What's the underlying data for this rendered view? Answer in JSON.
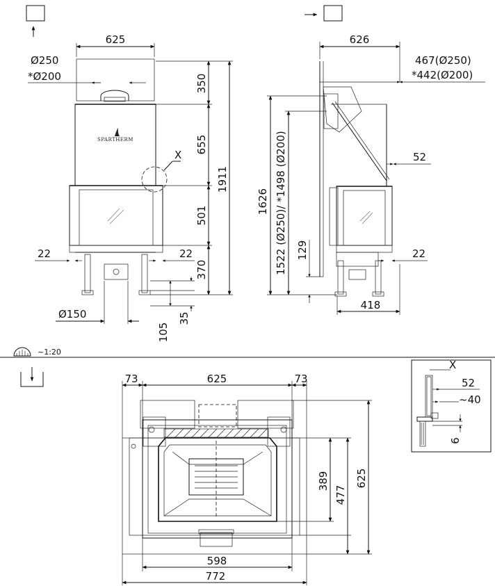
{
  "brand": "SPARTHERM",
  "scale": "~1:20",
  "detail_label": "X",
  "front_view": {
    "top_width": "625",
    "flue_diam": "Ø250",
    "flue_diam_alt": "*Ø200",
    "h_350": "350",
    "h_655": "655",
    "h_501": "501",
    "h_370": "370",
    "h_total": "1911",
    "side_left": "22",
    "side_right": "22",
    "leg_diam": "Ø150",
    "leg_35": "35",
    "leg_105": "105",
    "detail_ref": "X"
  },
  "side_view": {
    "top_width": "626",
    "offset_250": "467(Ø250)",
    "offset_200": "*442(Ø200)",
    "h_1626": "1626",
    "h_flue": "1522 (Ø250)/ *1498 (Ø200)",
    "h_129": "129",
    "gap_52": "52",
    "side_22": "22",
    "depth_418": "418"
  },
  "top_view": {
    "w_left": "73",
    "w_center": "625",
    "w_right": "73",
    "d_389": "389",
    "d_477": "477",
    "d_625": "625",
    "w_598": "598",
    "w_772": "772"
  },
  "detail_box": {
    "label": "X",
    "d_52": "52",
    "d_40": "~40",
    "d_6": "6"
  }
}
